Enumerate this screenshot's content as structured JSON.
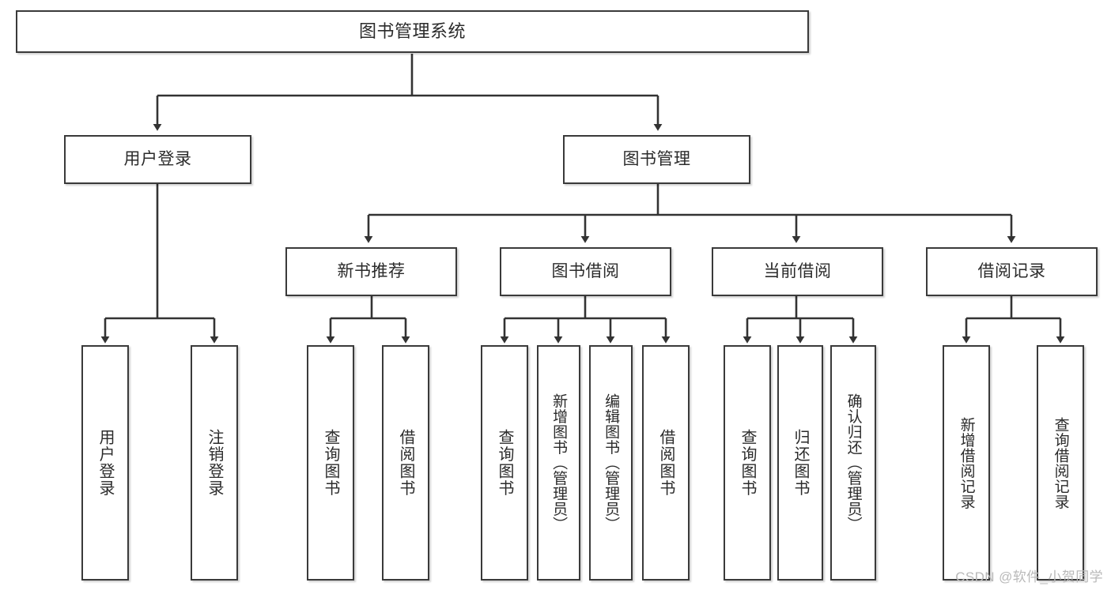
{
  "diagram": {
    "type": "tree-hierarchy",
    "title": "图书管理系统",
    "watermark": "CSDN @软件_小贺同学",
    "colors": {
      "box_border": "#3a3a3a",
      "box_fill": "#ffffff",
      "connector": "#333333",
      "text": "#2b2b2b",
      "watermark": "#b9b9b9",
      "background": "#ffffff"
    },
    "nodes": {
      "root": {
        "label": "图书管理系统",
        "level": 0
      },
      "level1": [
        {
          "id": "user-login",
          "label": "用户登录"
        },
        {
          "id": "book-manage",
          "label": "图书管理"
        }
      ],
      "level2": [
        {
          "id": "new-book-recommend",
          "label": "新书推荐",
          "parent": "book-manage"
        },
        {
          "id": "book-borrow",
          "label": "图书借阅",
          "parent": "book-manage"
        },
        {
          "id": "current-borrow",
          "label": "当前借阅",
          "parent": "book-manage"
        },
        {
          "id": "borrow-record",
          "label": "借阅记录",
          "parent": "book-manage"
        }
      ],
      "leaves": [
        {
          "id": "leaf-user-login",
          "label": "用户登录",
          "parent": "user-login"
        },
        {
          "id": "leaf-logout-login",
          "label": "注销登录",
          "parent": "user-login"
        },
        {
          "id": "leaf-query-book-1",
          "label": "查询图书",
          "parent": "new-book-recommend"
        },
        {
          "id": "leaf-borrow-book-1",
          "label": "借阅图书",
          "parent": "new-book-recommend"
        },
        {
          "id": "leaf-query-book-2",
          "label": "查询图书",
          "parent": "book-borrow"
        },
        {
          "id": "leaf-add-book",
          "label": "新增图书（管理员）",
          "parent": "book-borrow"
        },
        {
          "id": "leaf-edit-book",
          "label": "编辑图书（管理员）",
          "parent": "book-borrow"
        },
        {
          "id": "leaf-borrow-book-2",
          "label": "借阅图书",
          "parent": "book-borrow"
        },
        {
          "id": "leaf-query-book-3",
          "label": "查询图书",
          "parent": "current-borrow"
        },
        {
          "id": "leaf-return-book",
          "label": "归还图书",
          "parent": "current-borrow"
        },
        {
          "id": "leaf-confirm-return",
          "label": "确认归还（管理员）",
          "parent": "current-borrow"
        },
        {
          "id": "leaf-add-record",
          "label": "新增借阅记录",
          "parent": "borrow-record"
        },
        {
          "id": "leaf-query-record",
          "label": "查询借阅记录",
          "parent": "borrow-record"
        }
      ]
    }
  }
}
